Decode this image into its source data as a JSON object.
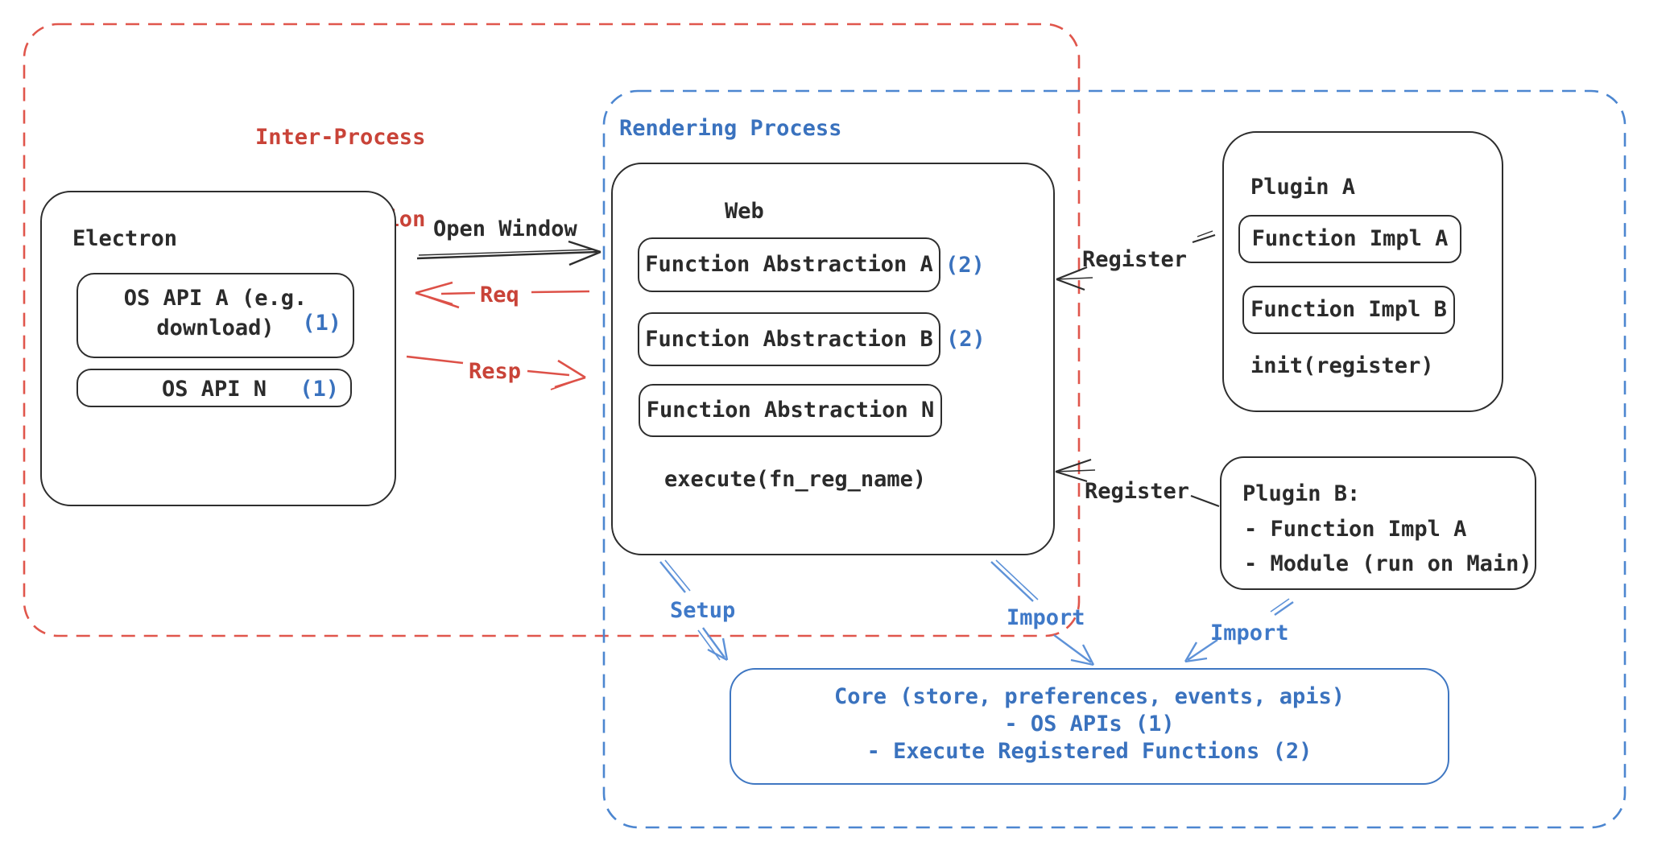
{
  "regions": {
    "ipc": {
      "label_line1": "Inter-Process",
      "label_line2": "Communication"
    },
    "rendering": {
      "label": "Rendering Process"
    }
  },
  "electron": {
    "title": "Electron",
    "os_api_a_line1": "OS API A (e.g.",
    "os_api_a_line2": "download)",
    "os_api_a_badge": "(1)",
    "os_api_n": "OS API N",
    "os_api_n_badge": "(1)"
  },
  "web": {
    "title": "Web",
    "fn_abstraction_a": "Function Abstraction A",
    "fn_abstraction_a_badge": "(2)",
    "fn_abstraction_b": "Function Abstraction B",
    "fn_abstraction_b_badge": "(2)",
    "fn_abstraction_n": "Function Abstraction N",
    "execute_label": "execute(fn_reg_name)"
  },
  "plugin_a": {
    "title": "Plugin A",
    "impl_a": "Function Impl A",
    "impl_b": "Function Impl B",
    "init_label": "init(register)"
  },
  "plugin_b": {
    "title": "Plugin B:",
    "item_1": "- Function Impl A",
    "item_2": "- Module (run on Main)"
  },
  "core": {
    "line1": "Core (store, preferences, events, apis)",
    "line2": "- OS APIs (1)",
    "line3": "- Execute Registered Functions (2)"
  },
  "arrows": {
    "open_window": "Open Window",
    "req": "Req",
    "resp": "Resp",
    "register_plugin_a": "Register",
    "register_plugin_b": "Register",
    "setup": "Setup",
    "import_web": "Import",
    "import_plugin_b": "Import"
  },
  "colors": {
    "black": "#2e2e2e",
    "blue_text": "#3a72be",
    "blue_dash": "#4c86d0",
    "blue_arrow": "#5e92d8",
    "red_text": "#c94338",
    "red_dash": "#e0564c",
    "red_arrow": "#dd5148"
  }
}
